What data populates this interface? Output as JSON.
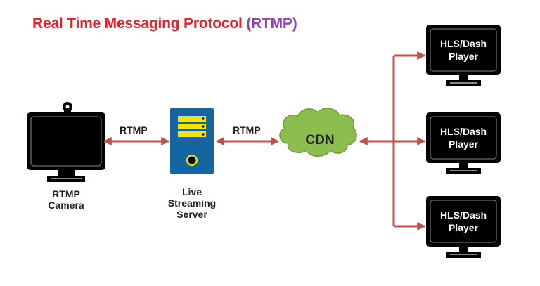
{
  "title": {
    "main": "Real Time Messaging Protocol ",
    "abbr": "(RTMP)"
  },
  "colors": {
    "title": "#ee1c24",
    "abbr": "#8e44ad",
    "arrow": "#c0504d",
    "server": "#1565a0",
    "server_accent": "#f5e400",
    "cloud": "#8cbe4f"
  },
  "nodes": {
    "camera": {
      "line1": "RTMP",
      "line2": "Camera"
    },
    "server": {
      "line1": "Live",
      "line2": "Streaming",
      "line3": "Server"
    },
    "cdn": {
      "label": "CDN"
    },
    "players": [
      {
        "line1": "HLS/Dash",
        "line2": "Player"
      },
      {
        "line1": "HLS/Dash",
        "line2": "Player"
      },
      {
        "line1": "HLS/Dash",
        "line2": "Player"
      }
    ]
  },
  "edges": [
    {
      "from": "camera",
      "to": "server",
      "label": "RTMP",
      "bidirectional": true
    },
    {
      "from": "server",
      "to": "cdn",
      "label": "RTMP",
      "bidirectional": true
    },
    {
      "from": "cdn",
      "to": "players",
      "label": "",
      "bidirectional": true
    }
  ]
}
